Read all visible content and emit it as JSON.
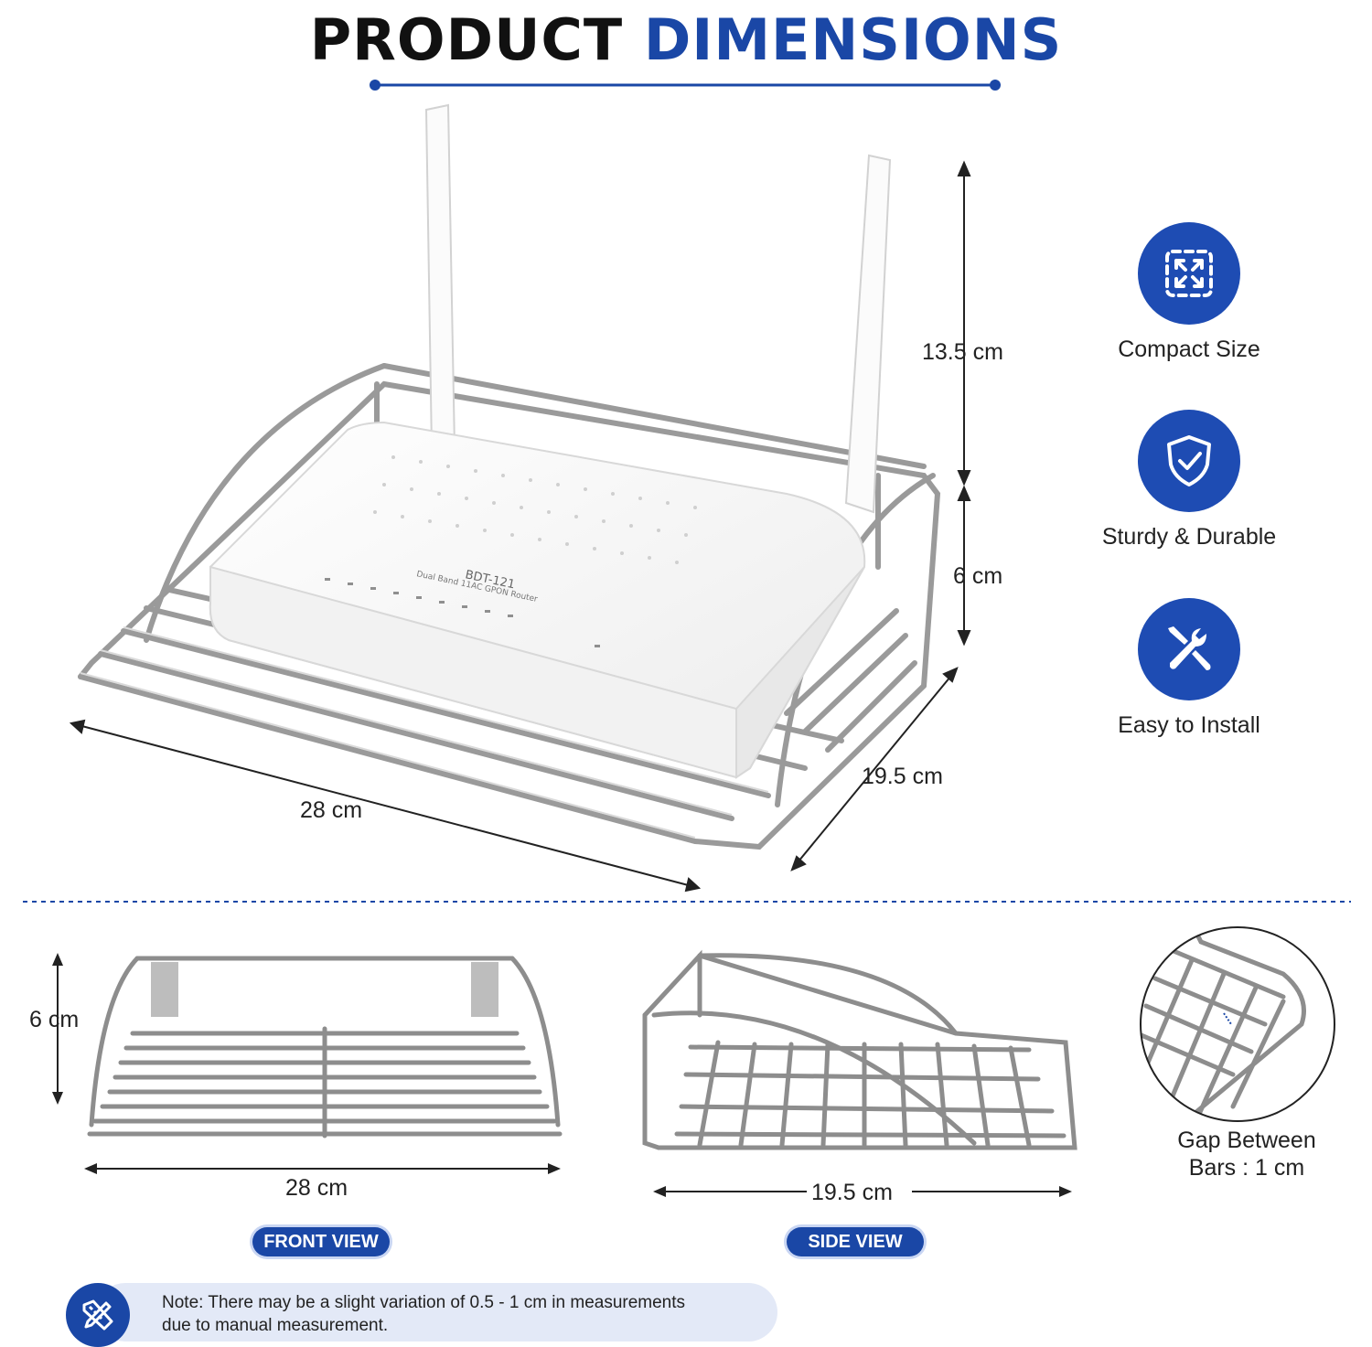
{
  "header": {
    "title_part1": "PRODUCT",
    "title_part2": "DIMENSIONS"
  },
  "router": {
    "model_label": "BDT-121",
    "subtitle_label": "Dual Band 11AC GPON Router"
  },
  "main_dimensions": {
    "height_antenna": "13.5 cm",
    "height_stand": "6 cm",
    "width": "28 cm",
    "depth": "19.5 cm"
  },
  "features": [
    {
      "label": "Compact Size",
      "icon": "expand-arrows-icon"
    },
    {
      "label": "Sturdy & Durable",
      "icon": "shield-check-icon"
    },
    {
      "label": "Easy to Install",
      "icon": "wrench-screwdriver-icon"
    }
  ],
  "front_view": {
    "height": "6 cm",
    "width": "28 cm",
    "badge": "FRONT VIEW"
  },
  "side_view": {
    "depth": "19.5 cm",
    "badge": "SIDE VIEW"
  },
  "detail": {
    "label_line1": "Gap Between",
    "label_line2": "Bars : 1 cm"
  },
  "note": {
    "line1": "Note: There may be a slight variation of 0.5 - 1 cm in measurements",
    "line2": "due to manual measurement.",
    "icon": "ruler-pencil-icon"
  },
  "colors": {
    "brand_blue": "#1a47a6",
    "dark_text": "#111111",
    "note_bg": "#e3e9f7"
  }
}
